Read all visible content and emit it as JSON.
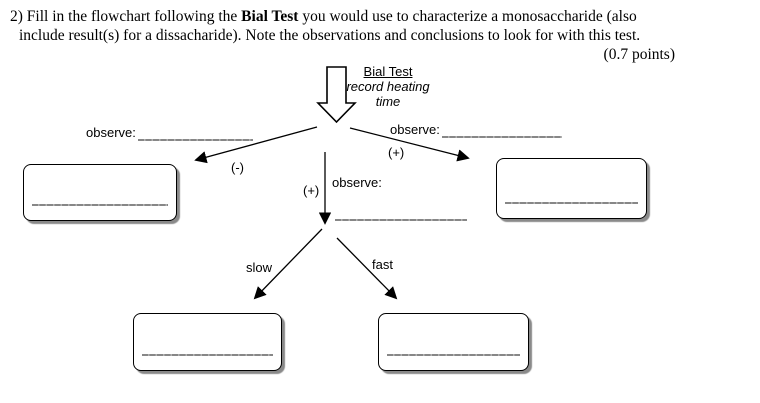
{
  "question": {
    "line1_before_bold": "2) Fill in the flowchart following the ",
    "line1_bold": "Bial Test",
    "line1_after_bold": " you would use to characterize a monosaccharide (also",
    "line2": "include result(s) for a dissacharide). Note the observations and conclusions to look for with this test.",
    "points": "(0.7 points)"
  },
  "flowchart": {
    "title": "Bial Test",
    "subtitle": {
      "line1": "record heating",
      "line2": "time"
    },
    "left_branch": {
      "observe_label": "observe:",
      "sign": "(-)"
    },
    "right_branch": {
      "observe_label": "observe:",
      "sign": "(+)"
    },
    "center_branch": {
      "observe_label": "observe:",
      "sign": "(+)"
    },
    "bottom_left_label": "slow",
    "bottom_right_label": "fast"
  },
  "icons": {
    "block_arrow": "hollow-down-block-arrow",
    "connector_arrowhead": "filled-triangle-arrowhead"
  },
  "colors": {
    "ink": "#000000",
    "blank_line": "#878787",
    "box_shadow": "#8a8a8a",
    "background": "#ffffff"
  }
}
